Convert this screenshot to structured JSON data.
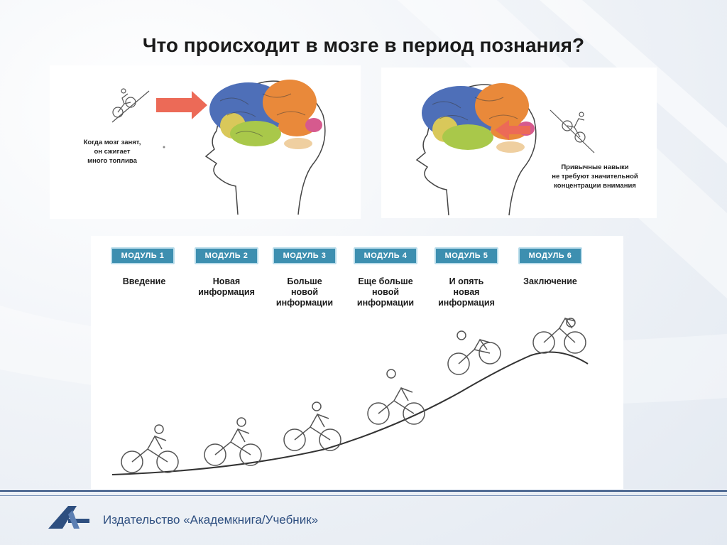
{
  "slide": {
    "title": "Что происходит в мозге в период познания?"
  },
  "top_left_panel": {
    "caption_lines": [
      "Когда мозг занят,",
      "он сжигает",
      "много топлива"
    ]
  },
  "top_right_panel": {
    "caption_lines": [
      "Привычные навыки",
      "не требуют значительной",
      "концентрации внимания"
    ]
  },
  "modules": [
    {
      "badge": "МОДУЛЬ 1",
      "label_lines": [
        "Введение"
      ]
    },
    {
      "badge": "МОДУЛЬ 2",
      "label_lines": [
        "Новая",
        "информация"
      ]
    },
    {
      "badge": "МОДУЛЬ 3",
      "label_lines": [
        "Больше",
        "новой",
        "информации"
      ]
    },
    {
      "badge": "МОДУЛЬ 4",
      "label_lines": [
        "Еще больше",
        "новой",
        "информации"
      ]
    },
    {
      "badge": "МОДУЛЬ 5",
      "label_lines": [
        "И опять",
        "новая",
        "информация"
      ]
    },
    {
      "badge": "МОДУЛЬ 6",
      "label_lines": [
        "Заключение"
      ]
    }
  ],
  "footer": {
    "publisher": "Издательство «Академкнига/Учебник»"
  },
  "colors": {
    "badge": "#3d8fb0",
    "arrow": "#ec6a57",
    "brain_blue": "#4e6fb8",
    "brain_orange": "#e9893a",
    "brain_green": "#a9c84a",
    "brain_pink": "#d65a8e",
    "footer_blue": "#2e4f80"
  },
  "icons": [
    "brain-icon",
    "head-silhouette-icon",
    "arrow-icon",
    "cyclist-icon",
    "publisher-logo-icon"
  ]
}
